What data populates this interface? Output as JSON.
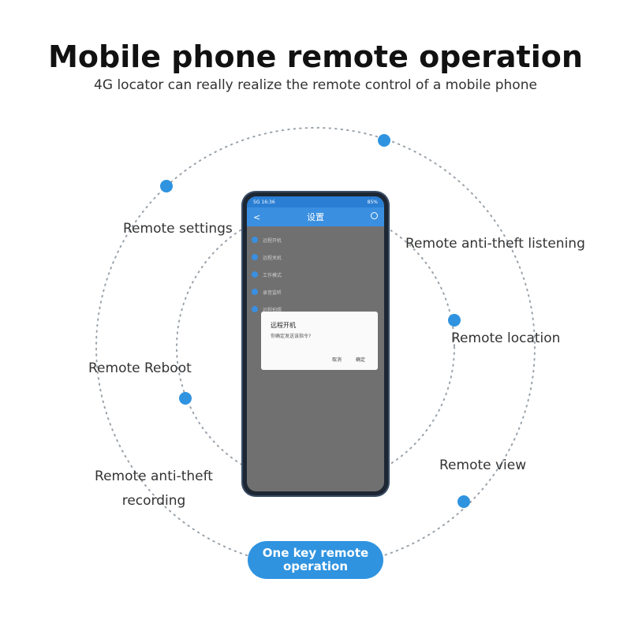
{
  "header": {
    "title": "Mobile phone remote operation",
    "subtitle": "4G locator can really realize the remote control of a mobile phone"
  },
  "features": {
    "remote_settings": "Remote settings",
    "anti_theft_listening": "Remote anti-theft listening",
    "location": "Remote location",
    "reboot": "Remote Reboot",
    "view": "Remote view",
    "anti_theft_recording_line1": "Remote anti-theft",
    "anti_theft_recording_line2": "recording"
  },
  "button": {
    "line1": "One key remote",
    "line2": "operation"
  },
  "phone": {
    "status_left": "5G 16:36",
    "status_right": "85%",
    "appbar_back": "<",
    "appbar_title": "设置",
    "menu": [
      "远程开机",
      "远程关机",
      "工作模式",
      "录音监听",
      "远程拍照"
    ],
    "dialog_title": "远程开机",
    "dialog_message": "你确定发送该指令?",
    "dialog_cancel": "取消",
    "dialog_ok": "确定"
  },
  "colors": {
    "accent": "#2f93e0",
    "phone_body": "#1d2733",
    "screen_dim": "#707070"
  }
}
